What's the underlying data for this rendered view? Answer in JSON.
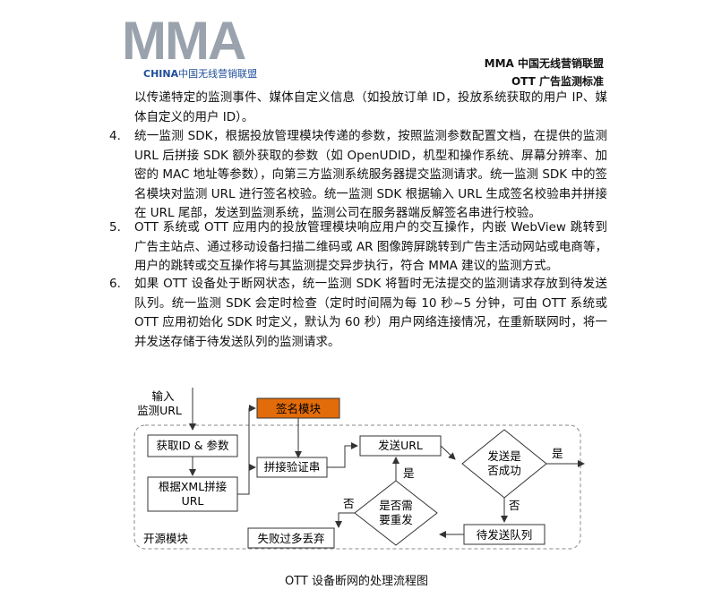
{
  "logo": {
    "brand": "MMA",
    "china": "CHINA",
    "org_cn": "中国无线营销联盟"
  },
  "header": {
    "line1": "MMA 中国无线营销联盟",
    "line2": "OTT 广告监测标准"
  },
  "items": {
    "cont": "以传递特定的监测事件、媒体自定义信息（如投放订单 ID，投放系统获取的用户 IP、媒体自定义的用户 ID）。",
    "n4": "4.",
    "t4": "统一监测 SDK，根据投放管理模块传递的参数，按照监测参数配置文档，在提供的监测 URL 后拼接 SDK 额外获取的参数（如 OpenUDID，机型和操作系统、屏幕分辨率、加密的 MAC 地址等参数），向第三方监测系统服务器提交监测请求。统一监测 SDK 中的签名模块对监测 URL 进行签名校验。统一监测 SDK 根据输入 URL 生成签名校验串并拼接在 URL 尾部，发送到监测系统，监测公司在服务器端反解签名串进行校验。",
    "n5": "5.",
    "t5": "OTT 系统或 OTT 应用内的投放管理模块响应用户的交互操作，内嵌 WebView 跳转到广告主站点、通过移动设备扫描二维码或 AR 图像跨屏跳转到广告主活动网站或电商等，用户的跳转或交互操作将与其监测提交异步执行，符合 MMA 建议的监测方式。",
    "n6": "6.",
    "t6": "如果 OTT 设备处于断网状态，统一监测 SDK 将暂时无法提交的监测请求存放到待发送队列。统一监测 SDK 会定时检查（定时时间隔为每 10 秒~5 分钟，可由 OTT 系统或 OTT 应用初始化 SDK 时定义，默认为 60 秒）用户网络连接情况，在重新联网时，将一并发送存储于待发送队列的监测请求。"
  },
  "flowchart": {
    "input_line1": "输入",
    "input_line2": "监测URL",
    "sign_module": "签名模块",
    "get_id": "获取ID & 参数",
    "xml_line1": "根据XML拼接",
    "xml_line2": "URL",
    "concat_sig": "拼接验证串",
    "send_url": "发送URL",
    "sent_ok_line1": "发送是",
    "sent_ok_line2": "否成功",
    "yes": "是",
    "no": "否",
    "retry_line1": "是否需",
    "retry_line2": "要重发",
    "queue": "待发送队列",
    "drop": "失败过多丢弃",
    "open_module": "开源模块",
    "colors": {
      "sign_fill": "#e36c0a",
      "stroke": "#333333",
      "dashed": "#888888"
    }
  },
  "caption": "OTT 设备断网的处理流程图"
}
